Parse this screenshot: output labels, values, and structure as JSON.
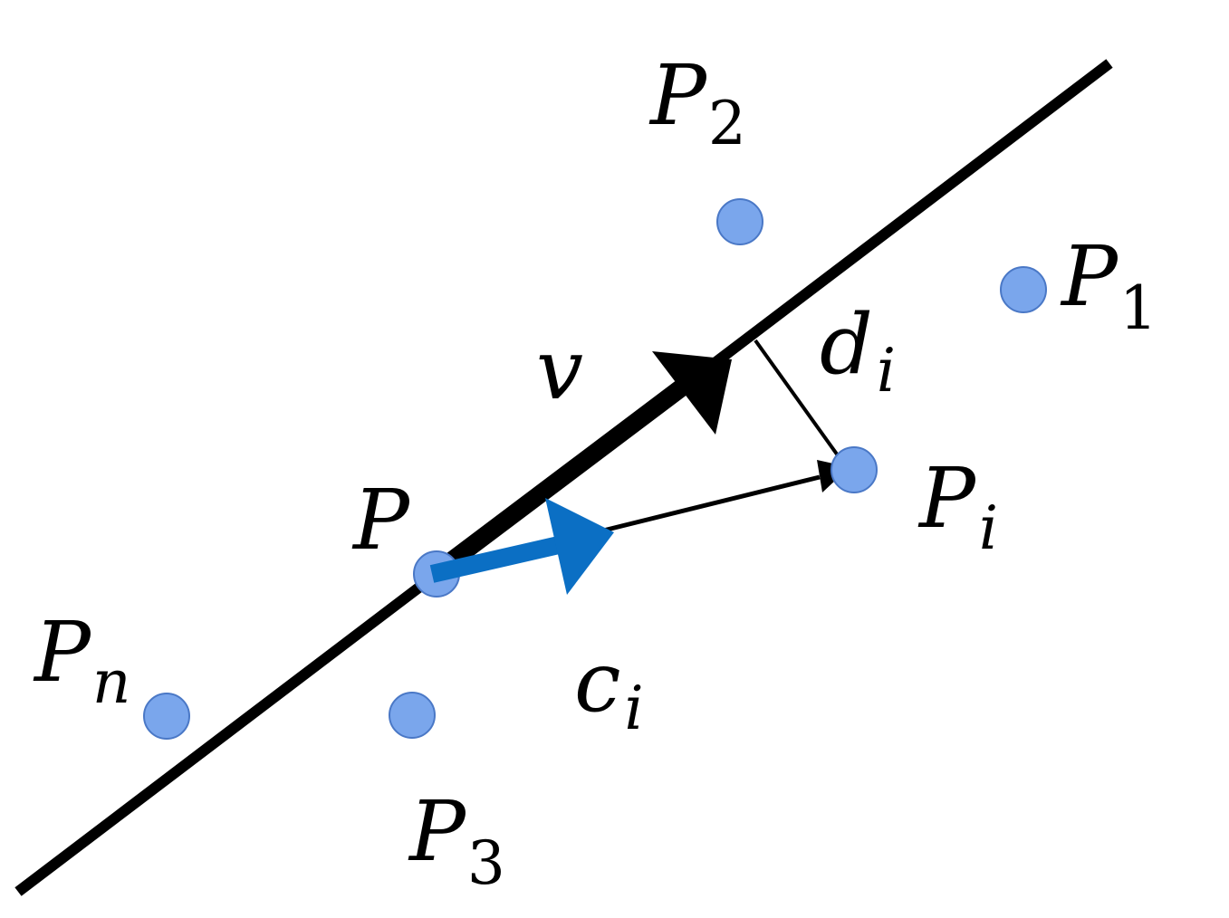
{
  "title": "",
  "colors": {
    "line": "#000000",
    "point_fill": "#7aa6ec",
    "point_stroke": "#4a78c6",
    "c_vector": "#0b6fc4"
  },
  "labels": {
    "p": "P",
    "v": "v",
    "p1_main": "P",
    "p1_sub": "1",
    "p2_main": "P",
    "p2_sub": "2",
    "p3_main": "P",
    "p3_sub": "3",
    "pn_main": "P",
    "pn_sub": "n",
    "pi_main": "P",
    "pi_sub": "i",
    "d_main": "d",
    "d_sub": "i",
    "c_main": "c",
    "c_sub": "i"
  },
  "points": [
    "P",
    "P1",
    "P2",
    "P3",
    "Pn",
    "Pi"
  ],
  "vectors": [
    "v",
    "c_i",
    "d_i"
  ]
}
